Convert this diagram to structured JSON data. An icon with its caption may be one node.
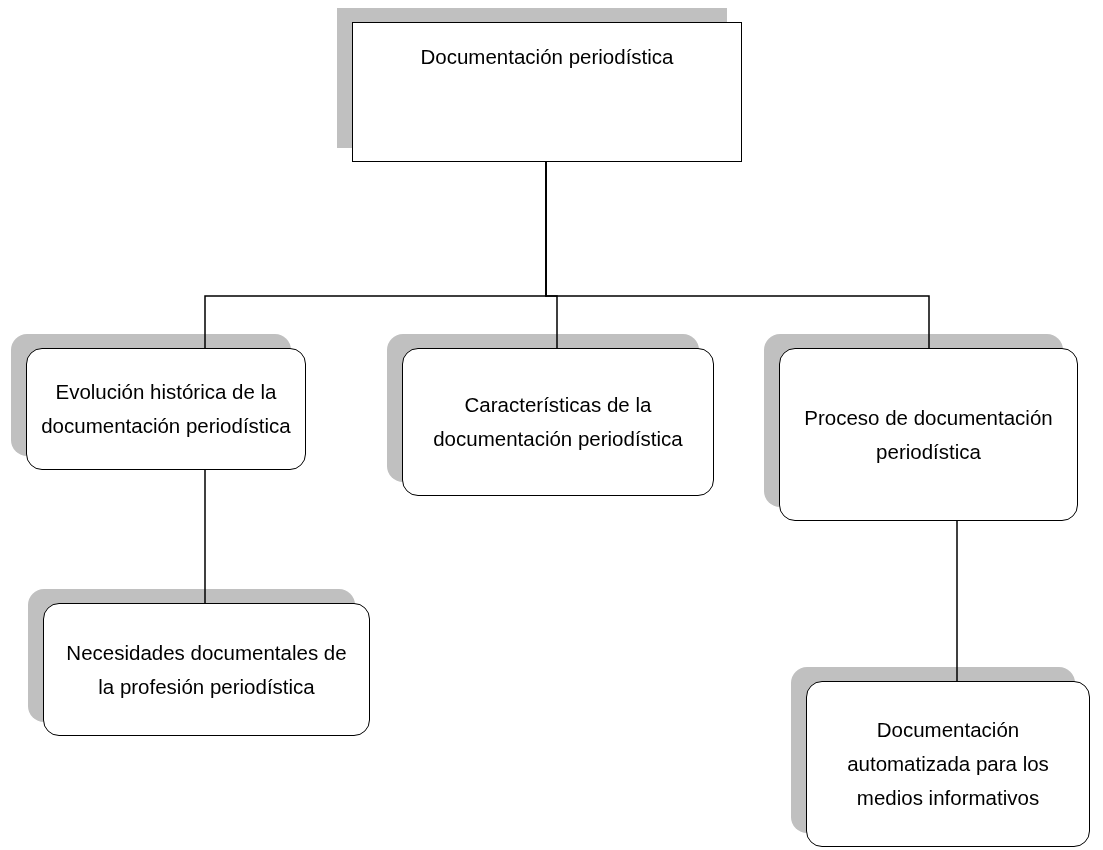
{
  "diagram": {
    "nodes": [
      {
        "text": [
          "Documentación periodística"
        ]
      },
      {
        "text": [
          "Evolución histórica de la documentación periodística"
        ]
      },
      {
        "text": [
          "Características de la documentación periodística"
        ]
      },
      {
        "text": [
          "Proceso de documentación periodística"
        ]
      },
      {
        "text": [
          "Necesidades documentales de la profesión periodística"
        ]
      },
      {
        "text": [
          "Documentación automatizada para los medios informativos"
        ]
      }
    ],
    "edges": [
      {
        "from": 0,
        "to": 1,
        "arrow": "none"
      },
      {
        "from": 0,
        "to": 2,
        "arrow": "none"
      },
      {
        "from": 0,
        "to": 3,
        "arrow": "none"
      },
      {
        "from": 1,
        "to": 4,
        "arrow": "none"
      },
      {
        "from": 3,
        "to": 5,
        "arrow": "none"
      }
    ]
  }
}
